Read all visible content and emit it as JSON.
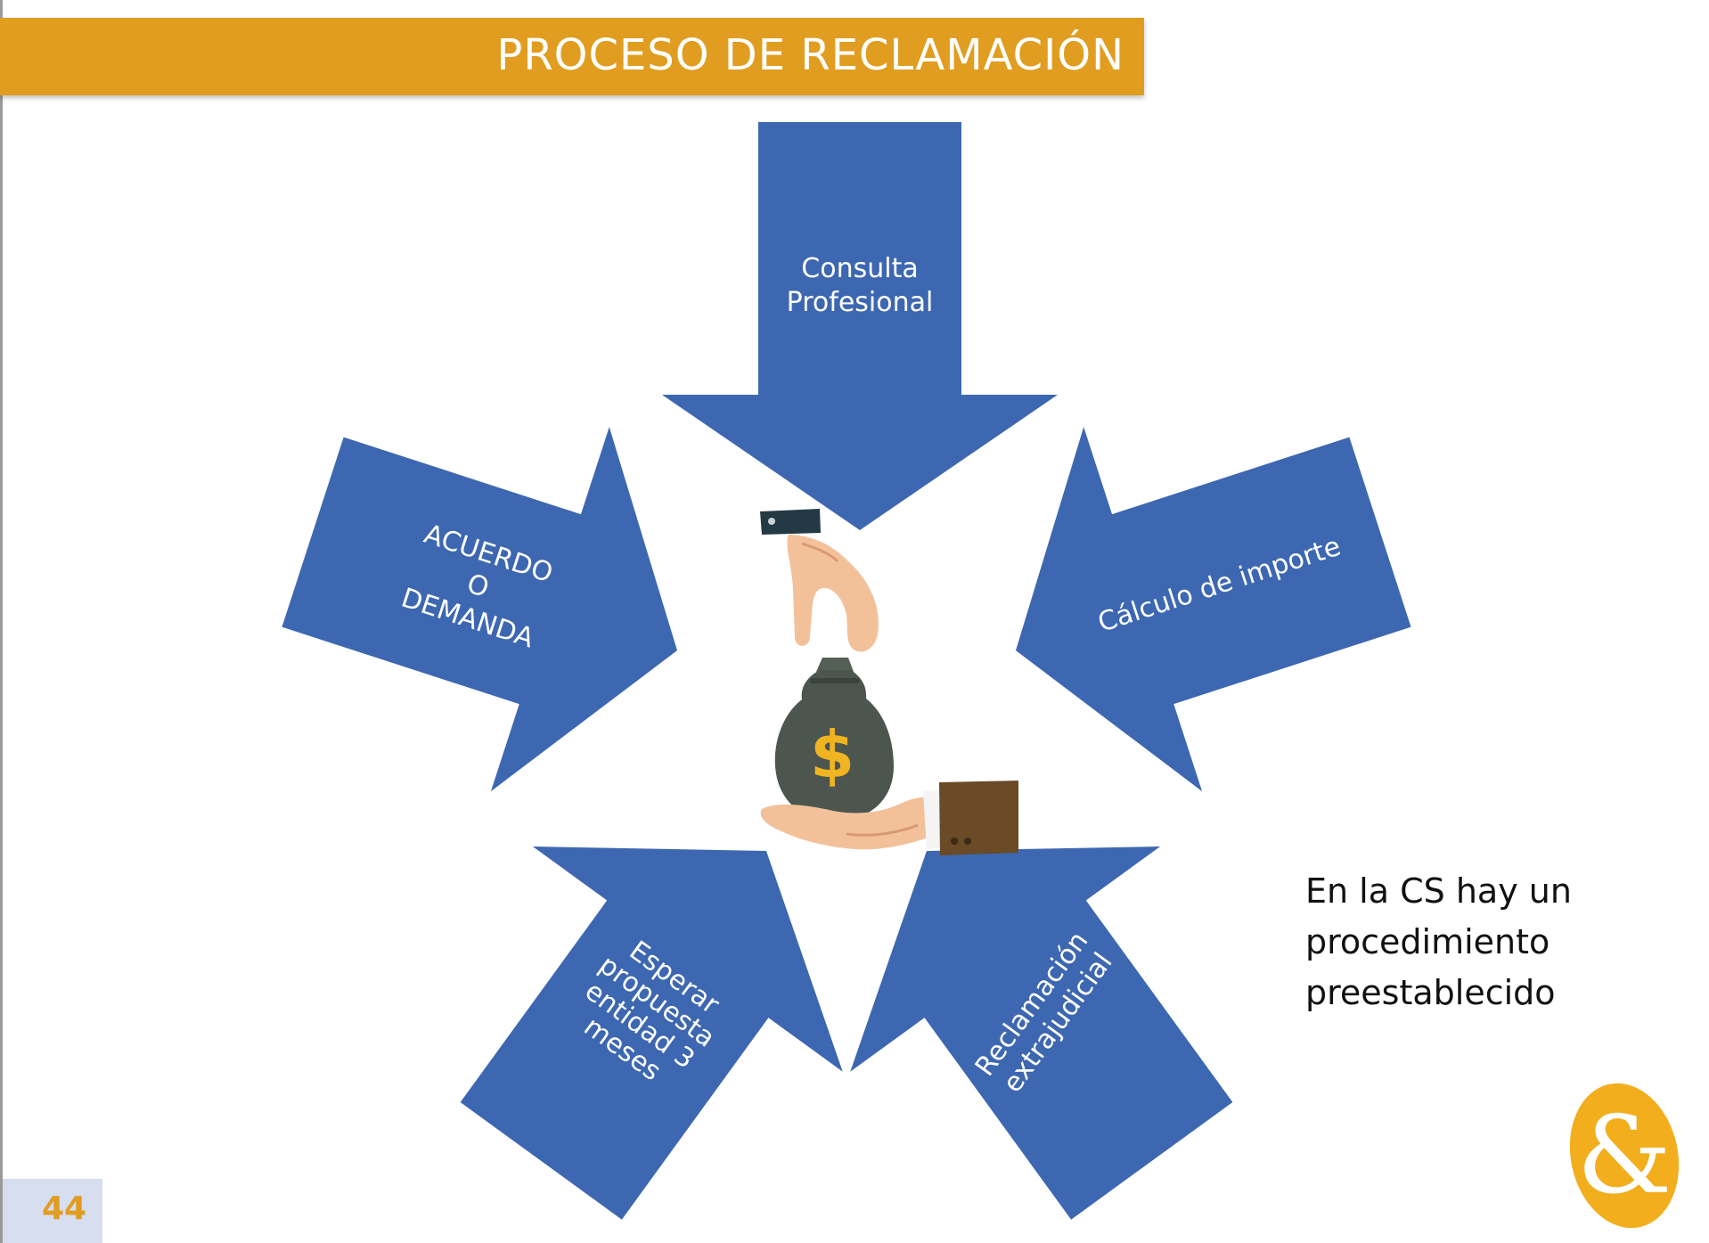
{
  "slide": {
    "title": "PROCESO DE RECLAMACIÓN",
    "page_number": "44",
    "note_lines": [
      "En la CS hay un",
      "procedimiento",
      "preestablecido"
    ]
  },
  "diagram": {
    "arrows": [
      {
        "id": "arrow-consulta",
        "lines": [
          "Consulta",
          "Profesional"
        ]
      },
      {
        "id": "arrow-calculo",
        "lines": [
          "Cálculo de importe"
        ]
      },
      {
        "id": "arrow-reclamacion",
        "lines": [
          "Reclamación",
          "extrajudicial"
        ]
      },
      {
        "id": "arrow-esperar",
        "lines": [
          "Esperar",
          "propuesta",
          "entidad 3",
          "meses"
        ]
      },
      {
        "id": "arrow-acuerdo",
        "lines": [
          "ACUERDO",
          "O",
          "DEMANDA"
        ]
      }
    ],
    "center_icon": "money-bag-exchange-icon",
    "logo_icon": "ampersand-logo-icon"
  },
  "colors": {
    "title_bar": "#e09d20",
    "arrow_fill": "#3d67b1",
    "page_number": "#e09d20",
    "page_box": "#d6def0",
    "logo": "#f2ae1c"
  }
}
